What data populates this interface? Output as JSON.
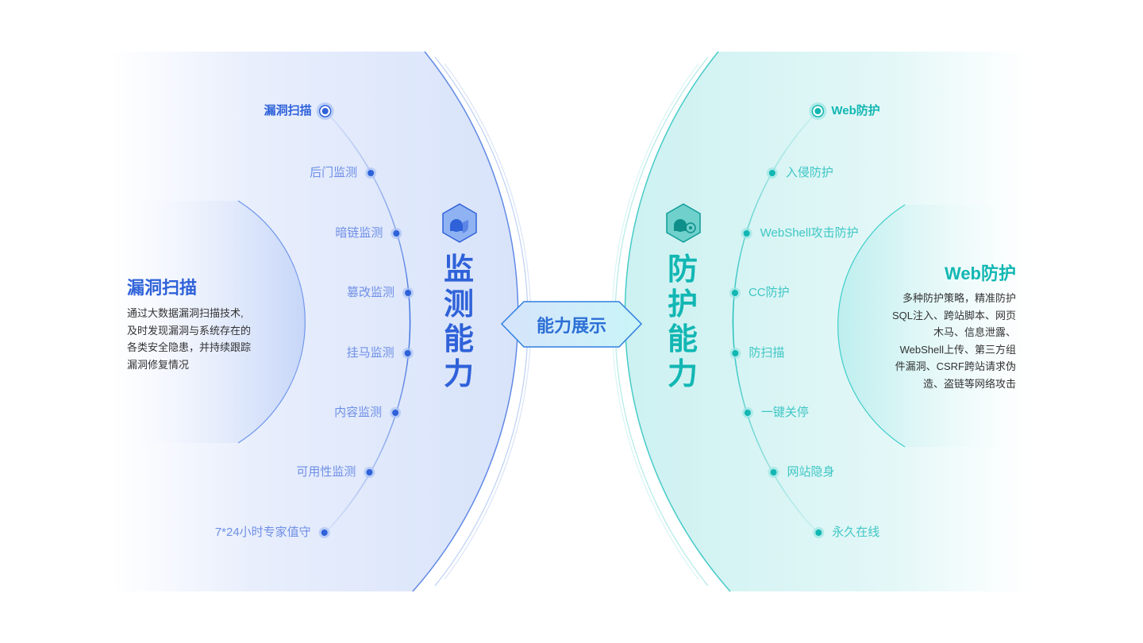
{
  "center_badge": "能力展示",
  "left": {
    "title": "监测能力",
    "title_chars": [
      "监",
      "测",
      "能",
      "力"
    ],
    "icon": "cloud-shield-cube-icon",
    "color": "#2f62d9",
    "items": [
      "漏洞扫描",
      "后门监测",
      "暗链监测",
      "篡改监测",
      "挂马监测",
      "内容监测",
      "可用性监测",
      "7*24小时专家值守"
    ],
    "card": {
      "title": "漏洞扫描",
      "desc_lines": [
        "通过大数据漏洞扫描技术,",
        "及时发现漏洞与系统存在的",
        "各类安全隐患，并持续跟踪",
        "漏洞修复情况"
      ]
    }
  },
  "right": {
    "title": "防护能力",
    "title_chars": [
      "防",
      "护",
      "能",
      "力"
    ],
    "icon": "cloud-target-cube-icon",
    "color": "#12b7b3",
    "items": [
      "Web防护",
      "入侵防护",
      "WebShell攻击防护",
      "CC防护",
      "防扫描",
      "一键关停",
      "网站隐身",
      "永久在线"
    ],
    "card": {
      "title": "Web防护",
      "desc_lines": [
        "多种防护策略，精准防护",
        "SQL注入、跨站脚本、网页",
        "木马、信息泄露、",
        "WebShell上传、第三方组",
        "件漏洞、CSRF跨站请求伪",
        "造、盗链等网络攻击"
      ]
    }
  }
}
